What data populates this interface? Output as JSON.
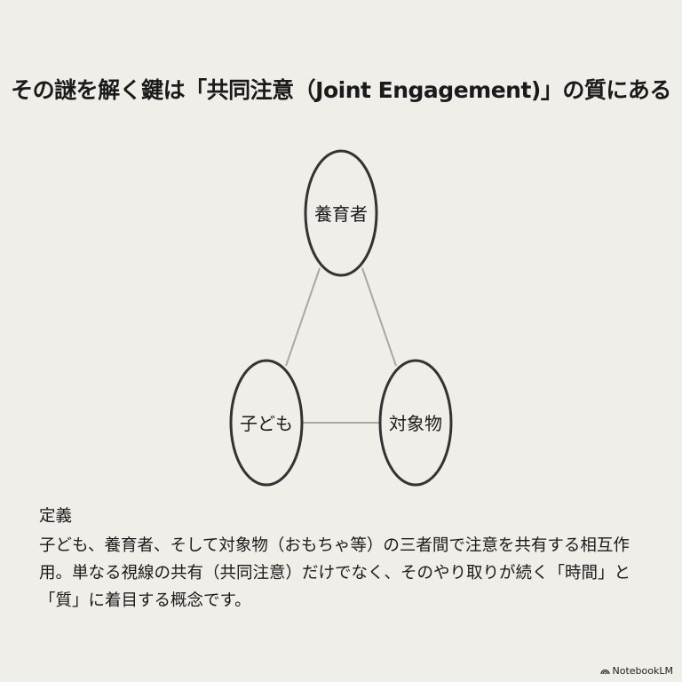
{
  "title": "その謎を解く鍵は「共同注意（Joint Engagement)」の質にある",
  "diagram": {
    "nodes": {
      "caregiver": "養育者",
      "child": "子ども",
      "object": "対象物"
    }
  },
  "definition": {
    "heading": "定義",
    "body": "子ども、養育者、そして対象物（おもちゃ等）の三者間で注意を共有する相互作用。単なる視線の共有（共同注意）だけでなく、そのやり取りが続く「時間」と「質」に着目する概念です。"
  },
  "branding": {
    "label": "NotebookLM",
    "icon": "notebooklm-logo-icon"
  },
  "colors": {
    "background": "#efeee9",
    "node_stroke": "#333333",
    "edge_stroke": "#a9a9a4"
  }
}
